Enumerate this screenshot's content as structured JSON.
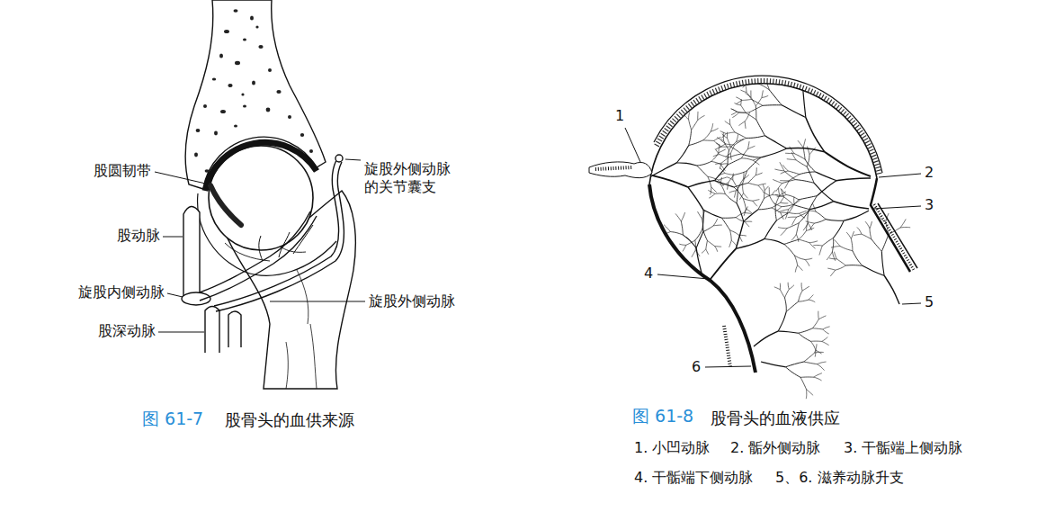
{
  "diagram": {
    "labels": [
      "股圆韧带",
      "旋股外侧动脉的关节囊支",
      "股动脉",
      "旋股内侧动脉",
      "旋股外侧动脉",
      "股深动脉",
      "图 61-7",
      "股骨头的血供来源",
      "1",
      "2",
      "3",
      "4",
      "5",
      "6",
      "图 61-8",
      "股骨头的血液供应",
      "1. 小凹动脉",
      "2. 骺外侧动脉",
      "3. 干骺端上侧动脉",
      "4. 干骺端下侧动脉",
      "5、6. 滋养动脉升支"
    ]
  }
}
